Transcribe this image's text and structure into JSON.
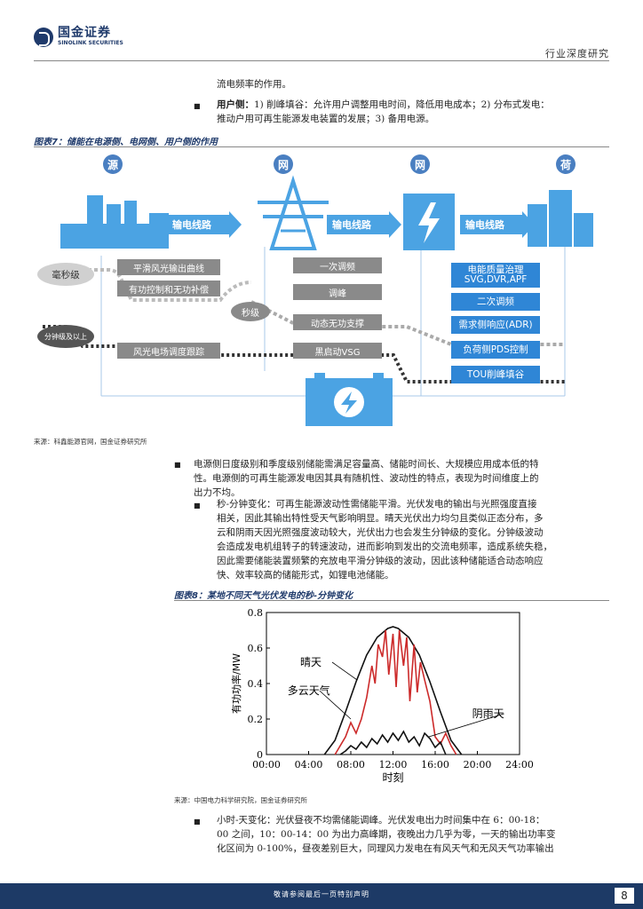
{
  "header": {
    "brand_cn": "国金证券",
    "brand_en": "SINOLINK SECURITIES",
    "category": "行业深度研究"
  },
  "top_text": {
    "line1": "流电频率的作用。",
    "user_label": "用户侧：",
    "user_line1": "1) 削峰填谷：允许用户调整用电时间，降低用电成本；2) 分布式发电：",
    "user_line2": "推动户用可再生能源发电装置的发展；3) 备用电源。"
  },
  "figure7": {
    "title": "图表7：储能在电源侧、电网侧、用户侧的作用",
    "source": "来源：科鑫能源官网，国金证券研究所",
    "nodes": [
      "源",
      "网",
      "网",
      "荷"
    ],
    "arrows": [
      "输电线路",
      "输电线路",
      "输电线路"
    ],
    "gray_boxes": [
      "平滑风光输出曲线",
      "有功控制和无功补偿",
      "风光电场调度跟踪",
      "一次调频",
      "调峰",
      "动态无功支撑",
      "黑启动VSG"
    ],
    "blue_boxes": [
      "电能质量治理 SVG,DVR,APF",
      "二次调频",
      "需求侧响应(ADR)",
      "负荷侧PDS控制",
      "TOU削峰填谷"
    ],
    "ovals": [
      "毫秒级",
      "秒级",
      "分钟级及以上"
    ]
  },
  "middle_text": {
    "p1_line1": "电源侧日度级别和季度级别储能需满足容量高、储能时间长、大规模应用成本低的特",
    "p1_line2": "性。电源侧的可再生能源发电因其具有随机性、波动性的特点，表现为时间维度上的",
    "p1_line3": "出力不均。",
    "p2_line1": "秒-分钟变化：可再生能源波动性需储能平滑。光伏发电的输出与光照强度直接",
    "p2_line2": "相关，因此其输出特性受天气影响明显。晴天光伏出力均匀且类似正态分布，多",
    "p2_line3": "云和阴雨天因光照强度波动较大，光伏出力也会发生分钟级的变化。分钟级波动",
    "p2_line4": "会造成发电机组转子的转速波动，进而影响到发出的交流电频率，造成系统失稳，",
    "p2_line5": "因此需要储能装置频繁的充放电平滑分钟级的波动，因此该种储能适合动态响应",
    "p2_line6": "快、效率较高的储能形式，如锂电池储能。"
  },
  "figure8": {
    "title": "图表8：某地不同天气光伏发电的秒-分钟变化",
    "source": "来源：中国电力科学研究院，国金证券研究所"
  },
  "chart_data": {
    "type": "line",
    "title": "",
    "xlabel": "时刻",
    "ylabel": "有功功率/MW",
    "x_ticks": [
      "00:00",
      "04:00",
      "08:00",
      "12:00",
      "16:00",
      "20:00",
      "24:00"
    ],
    "y_ticks": [
      "0",
      "0.2",
      "0.4",
      "0.6",
      "0.8"
    ],
    "xlim": [
      0,
      24
    ],
    "ylim": [
      0,
      0.8
    ],
    "grid": false,
    "series": [
      {
        "name": "晴天",
        "color": "#111111",
        "x": [
          5.5,
          6.5,
          7.5,
          8.5,
          9.5,
          10.5,
          11.5,
          12.0,
          12.5,
          13.5,
          14.5,
          15.5,
          16.5,
          17.5,
          18.5
        ],
        "y": [
          0.0,
          0.08,
          0.24,
          0.41,
          0.56,
          0.66,
          0.71,
          0.72,
          0.71,
          0.66,
          0.56,
          0.41,
          0.24,
          0.08,
          0.0
        ]
      },
      {
        "name": "多云天气",
        "color": "#cc2a2a",
        "x": [
          6.5,
          7.5,
          8.0,
          8.5,
          9.0,
          9.5,
          10.0,
          10.3,
          10.6,
          11.0,
          11.3,
          11.6,
          12.0,
          12.3,
          12.6,
          13.0,
          13.3,
          13.6,
          14.0,
          14.3,
          14.6,
          15.0,
          15.5,
          16.0,
          16.5,
          17.0,
          17.5,
          18.0
        ],
        "y": [
          0.0,
          0.1,
          0.18,
          0.12,
          0.2,
          0.32,
          0.5,
          0.4,
          0.62,
          0.55,
          0.7,
          0.45,
          0.68,
          0.38,
          0.7,
          0.5,
          0.66,
          0.3,
          0.62,
          0.35,
          0.52,
          0.42,
          0.3,
          0.1,
          0.06,
          0.12,
          0.05,
          0.0
        ]
      },
      {
        "name": "阴雨天",
        "color": "#111111",
        "x": [
          7.0,
          7.5,
          8.0,
          8.5,
          9.0,
          9.5,
          10.0,
          10.5,
          11.0,
          11.5,
          12.0,
          12.5,
          13.0,
          13.5,
          14.0,
          14.5,
          15.0,
          15.5,
          16.0,
          16.5,
          17.0
        ],
        "y": [
          0.0,
          0.02,
          0.05,
          0.03,
          0.07,
          0.04,
          0.09,
          0.06,
          0.11,
          0.07,
          0.12,
          0.08,
          0.13,
          0.07,
          0.1,
          0.05,
          0.12,
          0.09,
          0.04,
          0.07,
          0.0
        ]
      }
    ]
  },
  "bottom_text": {
    "line1": "小时-天变化：光伏昼夜不均需储能调峰。光伏发电出力时间集中在 6：00-18：",
    "line2": "00 之间，10：00-14：00 为出力高峰期，夜晚出力几乎为零，一天的输出功率变",
    "line3": "化区间为 0-100%，昼夜差别巨大，同理风力发电在有风天气和无风天气功率输出"
  },
  "footer": {
    "notice": "敬请参阅最后一页特别声明",
    "page": "8"
  }
}
